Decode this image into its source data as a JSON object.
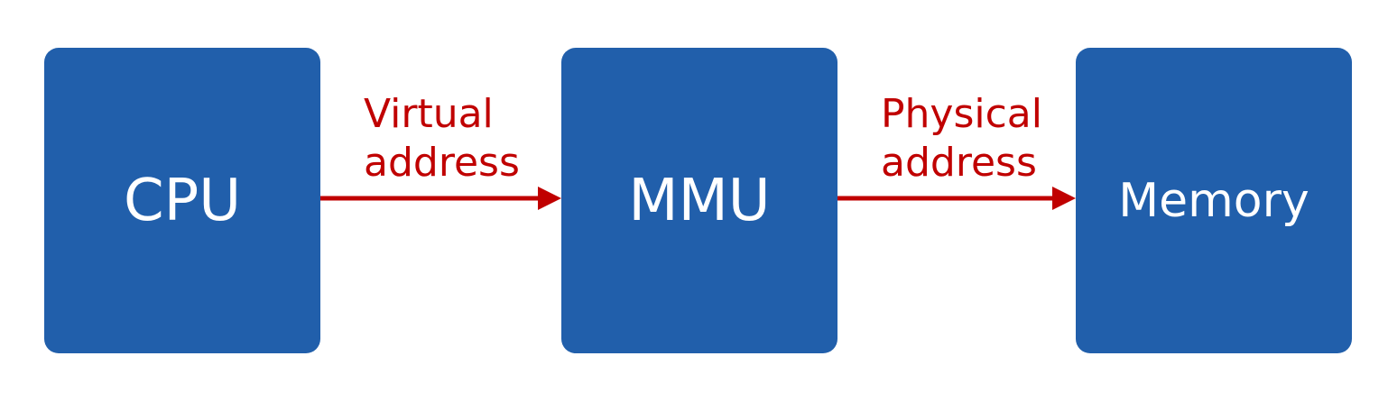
{
  "nodes": {
    "cpu": {
      "label": "CPU"
    },
    "mmu": {
      "label": "MMU"
    },
    "memory": {
      "label": "Memory"
    }
  },
  "edges": {
    "cpu_to_mmu": {
      "line1": "Virtual",
      "line2": "address"
    },
    "mmu_to_memory": {
      "line1": "Physical",
      "line2": "address"
    }
  },
  "colors": {
    "box_fill": "#215FAB",
    "box_text": "#FFFFFF",
    "arrow": "#C00000"
  }
}
